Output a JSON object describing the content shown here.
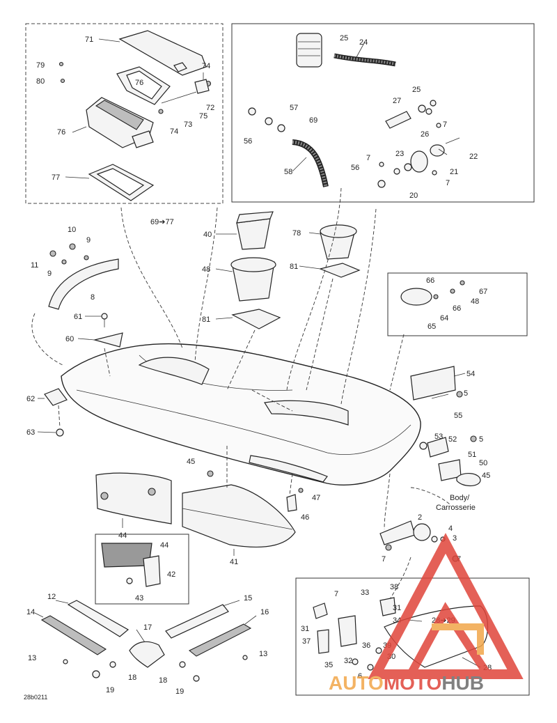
{
  "callouts": {
    "c71": "71",
    "c79": "79",
    "c80a": "80",
    "c76a": "76",
    "c74a": "74",
    "c72": "72",
    "c75": "75",
    "c73": "73",
    "c74b": "74",
    "c76b": "76",
    "c77": "77",
    "c69_77": "69➔77",
    "c25a": "25",
    "c24": "24",
    "c57": "57",
    "c69": "69",
    "c56a": "56",
    "c27": "27",
    "c25b": "25",
    "c7a": "7",
    "c26": "26",
    "c58": "58",
    "c7b": "7",
    "c23": "23",
    "c22": "22",
    "c56b": "56",
    "c21": "21",
    "c7c": "7",
    "c20": "20",
    "c10": "10",
    "c9a": "9",
    "c11": "11",
    "c9b": "9",
    "c8": "8",
    "c40": "40",
    "c48": "48",
    "c81a": "81",
    "c78": "78",
    "c81b": "81",
    "c66a": "66",
    "c67": "67",
    "c66b": "66",
    "c48b": "48",
    "c64": "64",
    "c65": "65",
    "c61": "61",
    "c60": "60",
    "c62": "62",
    "c63": "63",
    "c54": "54",
    "c5a": "5",
    "c55": "55",
    "c53": "53",
    "c52": "52",
    "c5b": "5",
    "c51": "51",
    "c50": "50",
    "c45b": "45",
    "c45a": "45",
    "c47": "47",
    "c46": "46",
    "c44a": "44",
    "c41": "41",
    "c44b": "44",
    "c42": "42",
    "c43": "43",
    "c2": "2",
    "c4": "4",
    "c3": "3",
    "c7d": "7",
    "c7e": "7",
    "c12": "12",
    "c14": "14",
    "c13a": "13",
    "c18a": "18",
    "c19a": "19",
    "c17": "17",
    "c18b": "18",
    "c19b": "19",
    "c15": "15",
    "c16": "16",
    "c13b": "13",
    "c38": "38",
    "c33": "33",
    "c7f": "7",
    "c31a": "31",
    "c28_29": "28➔29",
    "c34": "34",
    "c31b": "31",
    "c37": "37",
    "c32": "32",
    "c35": "35",
    "c39": "39",
    "c36": "36",
    "c30": "30",
    "c6": "6",
    "c28": "28"
  },
  "body_label_line1": "Body/",
  "body_label_line2": "Carrosserie",
  "figure_code": "28b0211",
  "watermark": {
    "brand_part1": "AUTO",
    "brand_part2": "MOTO",
    "brand_part3": "HUB",
    "color_red": "#e0453a",
    "color_orange": "#f2a64a",
    "color_gray": "#6b6b6b"
  }
}
